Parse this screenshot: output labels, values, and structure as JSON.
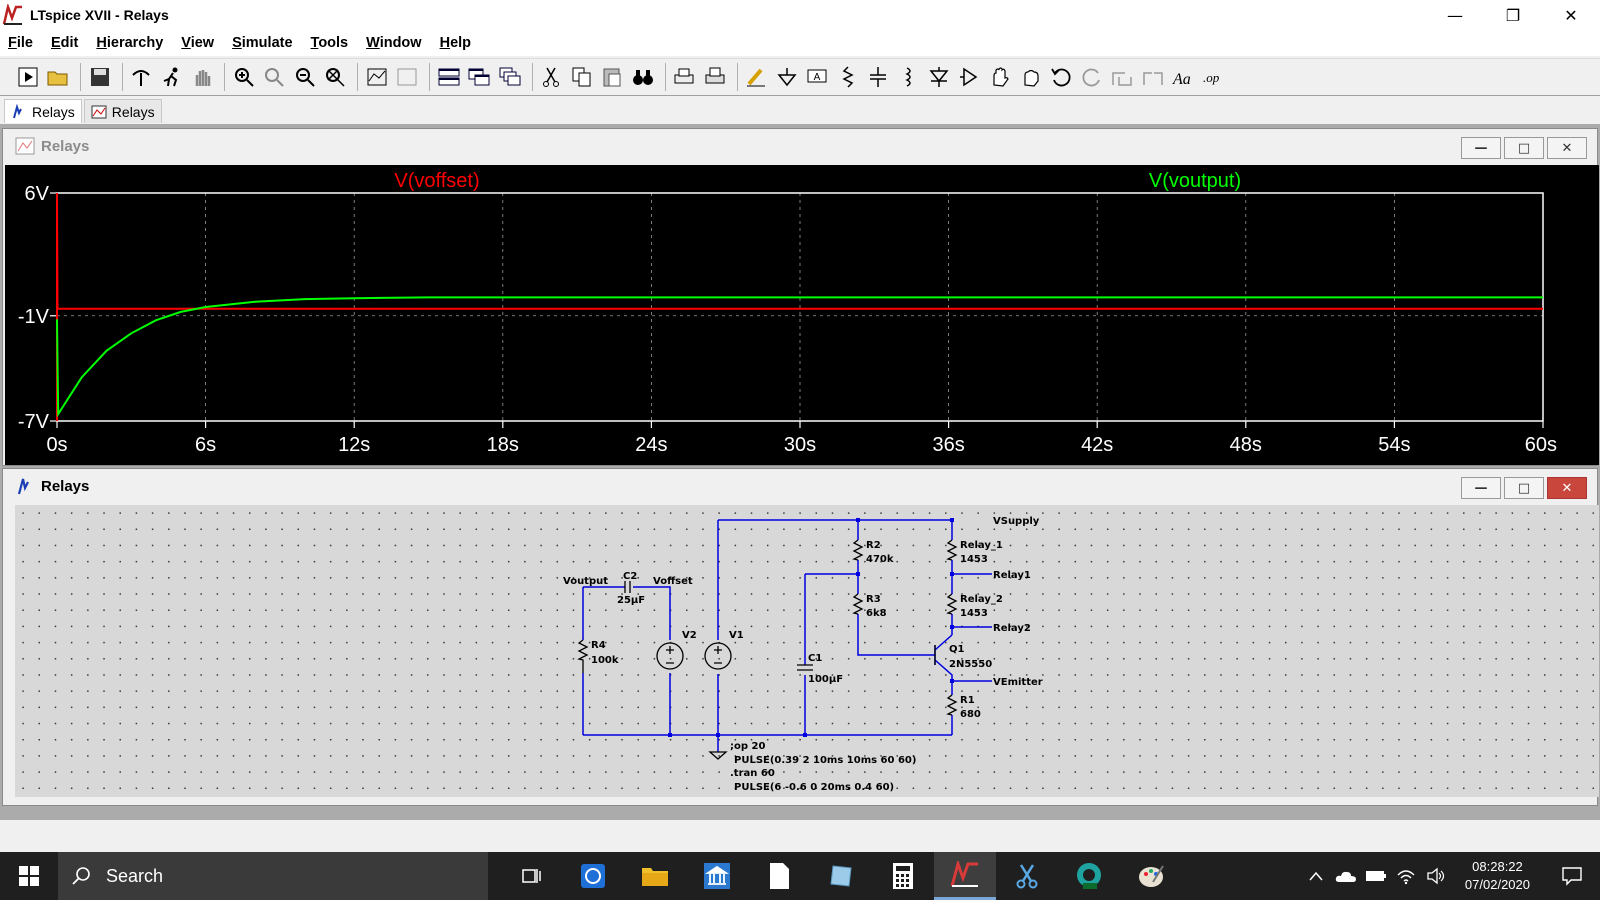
{
  "window": {
    "title": "LTspice XVII - Relays"
  },
  "menu": [
    "File",
    "Edit",
    "Hierarchy",
    "View",
    "Simulate",
    "Tools",
    "Window",
    "Help"
  ],
  "tabs": [
    {
      "label": "Relays",
      "icon": "schematic-icon",
      "active": true
    },
    {
      "label": "Relays",
      "icon": "waveform-icon",
      "active": false
    }
  ],
  "plot_window": {
    "title": "Relays"
  },
  "schematic_window": {
    "title": "Relays"
  },
  "chart_data": {
    "type": "line",
    "title": "",
    "legend": [
      "V(voffset)",
      "V(voutput)"
    ],
    "xlabel": "",
    "ylabel": "",
    "xlim": [
      0,
      60
    ],
    "ylim": [
      -7,
      6
    ],
    "x_ticks": [
      "0s",
      "6s",
      "12s",
      "18s",
      "24s",
      "30s",
      "36s",
      "42s",
      "48s",
      "54s",
      "60s"
    ],
    "y_ticks": [
      "6V",
      "-1V",
      "-7V"
    ],
    "grid": true,
    "series": [
      {
        "name": "V(voffset)",
        "color": "#ff0000",
        "x": [
          0,
          0,
          0.02,
          60
        ],
        "y": [
          -7,
          6,
          -0.6,
          -0.6
        ]
      },
      {
        "name": "V(voutput)",
        "color": "#00ff00",
        "x": [
          0,
          0.05,
          1,
          2,
          3,
          4,
          5,
          6,
          8,
          10,
          12,
          15,
          20,
          30,
          40,
          50,
          60
        ],
        "y": [
          -1.2,
          -6.6,
          -4.5,
          -3.0,
          -2.0,
          -1.25,
          -0.78,
          -0.5,
          -0.2,
          -0.05,
          0.0,
          0.05,
          0.05,
          0.05,
          0.05,
          0.05,
          0.05
        ]
      }
    ]
  },
  "schematic": {
    "net_labels": [
      "VSupply",
      "Relay1",
      "Relay2",
      "VEmitter",
      "Voutput",
      "Voffset"
    ],
    "components": [
      {
        "ref": "R2",
        "value": "470k"
      },
      {
        "ref": "R3",
        "value": "6k8"
      },
      {
        "ref": "Relay_1",
        "value": "1453"
      },
      {
        "ref": "Relay_2",
        "value": "1453"
      },
      {
        "ref": "Q1",
        "value": "2N5550"
      },
      {
        "ref": "R1",
        "value": "680"
      },
      {
        "ref": "C1",
        "value": "100µF"
      },
      {
        "ref": "C2",
        "value": "25µF"
      },
      {
        "ref": "R4",
        "value": "100k"
      },
      {
        "ref": "V2",
        "value": ""
      },
      {
        "ref": "V1",
        "value": ""
      }
    ],
    "directives": [
      ";op 20",
      "PULSE(0.39 2 10ms 10ms 60 60)",
      ".tran 60",
      "PULSE(6 -0.6 0 20ms 0.4 60)"
    ]
  },
  "taskbar": {
    "search_placeholder": "Search",
    "time": "08:28:22",
    "date": "07/02/2020"
  }
}
